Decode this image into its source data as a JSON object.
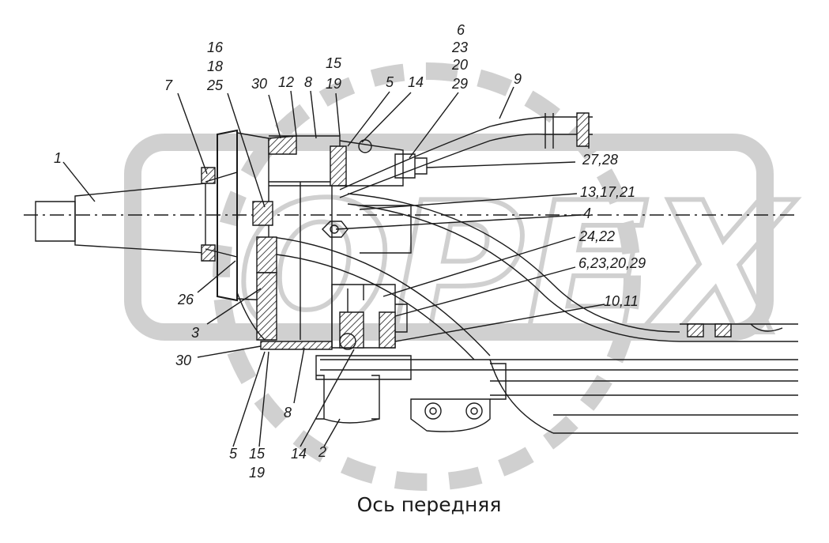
{
  "caption": "Ось передняя",
  "callouts": {
    "c16": "16",
    "c18": "18",
    "c25": "25",
    "c7": "7",
    "c30a": "30",
    "c12": "12",
    "c8a": "8",
    "c15a": "15",
    "c19a": "19",
    "c5a": "5",
    "c14a": "14",
    "c6": "6",
    "c23": "23",
    "c20": "20",
    "c29": "29",
    "c9": "9",
    "c1": "1",
    "c2728": "27,28",
    "c131721": "13,17,21",
    "c4": "4",
    "c2422": "24,22",
    "c6232029": "6,23,20,29",
    "c1011": "10,11",
    "c26": "26",
    "c3": "3",
    "c30b": "30",
    "c8b": "8",
    "c5b": "5",
    "c15b": "15",
    "c19b": "19",
    "c14b": "14",
    "c2": "2"
  },
  "watermark_text": "OPEX"
}
